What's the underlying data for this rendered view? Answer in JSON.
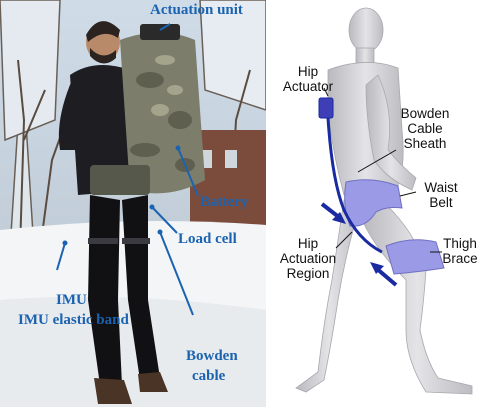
{
  "photo": {
    "labels": {
      "actuation_unit": "Actuation unit",
      "battery": "Battery",
      "load_cell": "Load cell",
      "imu": "IMU",
      "imu_band": "IMU elastic band",
      "bowden_1": "Bowden",
      "bowden_2": "cable"
    },
    "label_color": "#1b63b0"
  },
  "render": {
    "labels": {
      "hip_actuator_1": "Hip",
      "hip_actuator_2": "Actuator",
      "bowden_sheath_1": "Bowden",
      "bowden_sheath_2": "Cable",
      "bowden_sheath_3": "Sheath",
      "waist_belt_1": "Waist",
      "waist_belt_2": "Belt",
      "hip_region_1": "Hip",
      "hip_region_2": "Actuation",
      "hip_region_3": "Region",
      "thigh_brace_1": "Thigh",
      "thigh_brace_2": "Brace"
    },
    "colors": {
      "brace": "#9a9ae6",
      "cable": "#1a2aa0",
      "body": "#d4d4d8"
    }
  }
}
